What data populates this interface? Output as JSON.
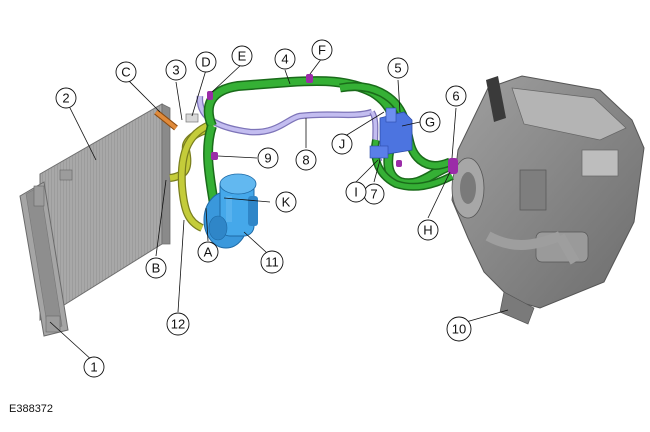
{
  "figure_id": "E388372",
  "callouts": [
    {
      "label": "1"
    },
    {
      "label": "2"
    },
    {
      "label": "3"
    },
    {
      "label": "4"
    },
    {
      "label": "5"
    },
    {
      "label": "6"
    },
    {
      "label": "7"
    },
    {
      "label": "8"
    },
    {
      "label": "9"
    },
    {
      "label": "10"
    },
    {
      "label": "11"
    },
    {
      "label": "12"
    },
    {
      "label": "A"
    },
    {
      "label": "B"
    },
    {
      "label": "C"
    },
    {
      "label": "D"
    },
    {
      "label": "E"
    },
    {
      "label": "F"
    },
    {
      "label": "G"
    },
    {
      "label": "H"
    },
    {
      "label": "I"
    },
    {
      "label": "J"
    },
    {
      "label": "K"
    }
  ],
  "colors": {
    "condenser": "#9a9a9a",
    "hvac_module": "#8c8c8c",
    "suction_line": "#2ea12e",
    "liquid_line": "#b8c033",
    "low_line": "#b0a8e6",
    "compressor": "#3fa3e6",
    "valve_block": "#4c74e0",
    "port_caps": "#9b2ca8",
    "fitting": "#d6782a"
  }
}
